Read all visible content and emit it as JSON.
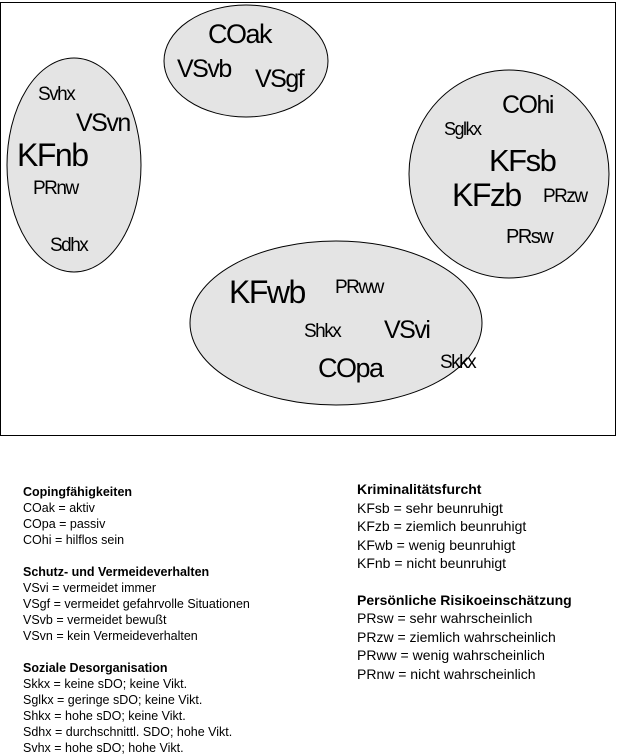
{
  "diagram": {
    "clusters": {
      "top": [
        "COak",
        "VSvb",
        "VSgf"
      ],
      "left": [
        "Svhx",
        "VSvn",
        "KFnb",
        "PRnw",
        "Sdhx"
      ],
      "right": [
        "COhi",
        "Sglkx",
        "KFsb",
        "KFzb",
        "PRzw",
        "PRsw"
      ],
      "bottom": [
        "KFwb",
        "PRww",
        "Shkx",
        "VSvi",
        "COpa",
        "Skkx"
      ]
    }
  },
  "legend": {
    "coping": {
      "heading": "Copingfähigkeiten",
      "items": [
        "COak = aktiv",
        "COpa = passiv",
        "COhi = hilflos sein"
      ]
    },
    "schutz": {
      "heading": "Schutz- und Vermeideverhalten",
      "items": [
        "VSvi = vermeidet immer",
        "VSgf = vermeidet gefahrvolle Situationen",
        "VSvb = vermeidet bewußt",
        "VSvn = kein Vermeideverhalten"
      ]
    },
    "sozial": {
      "heading": "Soziale Desorganisation",
      "items": [
        "Skkx = keine sDO; keine Vikt.",
        "Sglkx = geringe sDO; keine Vikt.",
        "Shkx = hohe sDO; keine Vikt.",
        "Sdhx = durchschnittl. SDO; hohe Vikt.",
        "Svhx = hohe sDO; hohe Vikt."
      ]
    },
    "furcht": {
      "heading": "Kriminalitätsfurcht",
      "items": [
        "KFsb = sehr beunruhigt",
        "KFzb = ziemlich beunruhigt",
        "KFwb = wenig beunruhigt",
        "KFnb = nicht beunruhigt"
      ]
    },
    "risiko": {
      "heading": "Persönliche Risikoeinschätzung",
      "items": [
        "PRsw = sehr wahrscheinlich",
        "PRzw = ziemlich wahrscheinlich",
        "PRww = wenig wahrscheinlich",
        "PRnw = nicht wahrscheinlich"
      ]
    }
  }
}
